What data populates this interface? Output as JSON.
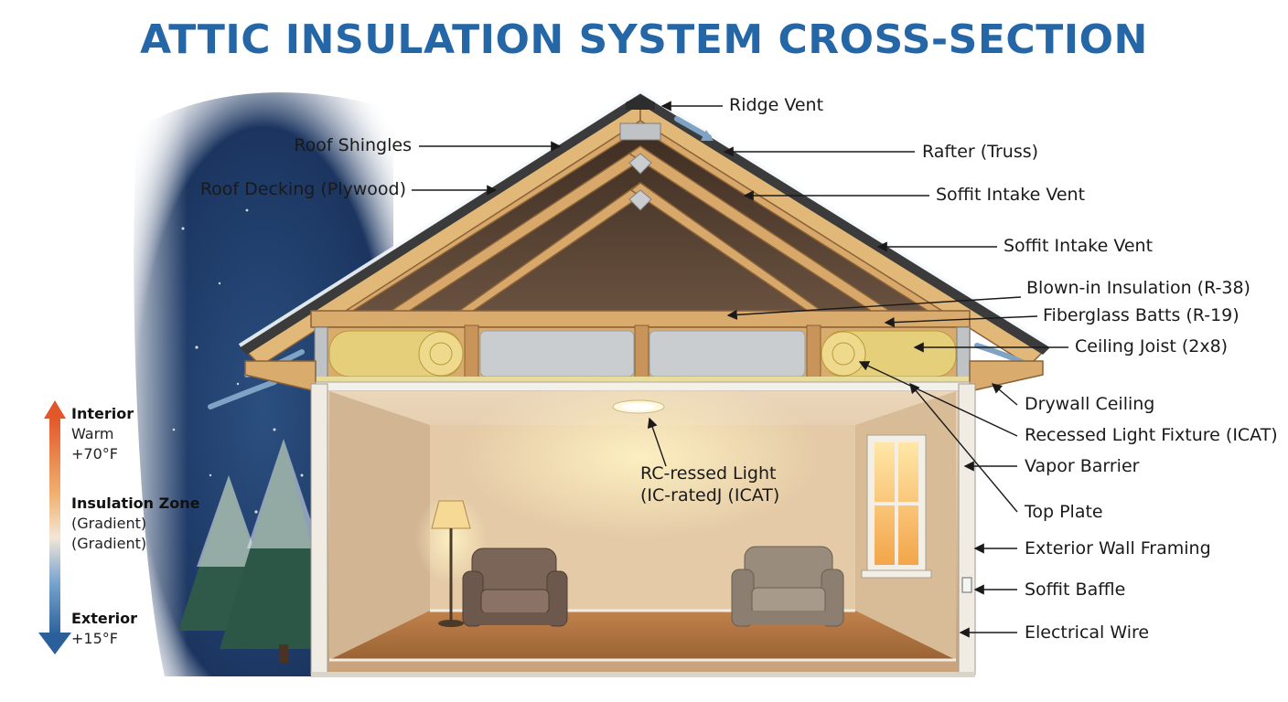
{
  "title": "ATTIC INSULATION SYSTEM CROSS-SECTION",
  "colors": {
    "title": "#2466a6",
    "night_sky": "#1d3a66",
    "wood": "#d8a86a",
    "insulation": "#e6cf7a",
    "blown_in": "#c9cdd0",
    "interior_wall": "#dcc2a0",
    "floor": "#b07442",
    "warm": "#e46a2c",
    "cold": "#2f6aa5"
  },
  "labels": {
    "ridge_vent": "Ridge Vent",
    "roof_shingles": "Roof Shingles",
    "rafter_truss": "Rafter (Truss)",
    "roof_decking": "Roof Decking (Plywood)",
    "soffit_intake_vent_1": "Soffit Intake Vent",
    "soffit_intake_vent_2": "Soffit Intake Vent",
    "blown_in_insulation": "Blown-in Insulation (R-38)",
    "fiberglass_batts": "Fiberglass Batts (R-19)",
    "ceiling_joist": "Ceiling Joist (2x8)",
    "drywall_ceiling": "Drywall Ceiling",
    "recessed_light_fixture": "Recessed Light Fixture (ICAT)",
    "vapor_barrier": "Vapor Barrier",
    "top_plate": "Top Plate",
    "exterior_wall_framing": "Exterior Wall Framing",
    "soffit_baffle": "Soffit Baffle",
    "electrical_wire": "Electrical Wire",
    "recessed_light_note_line1": "RC-ressed Light",
    "recessed_light_note_line2": "(IC-ratedJ (ICAT)"
  },
  "legend": {
    "interior_title": "Interior",
    "interior_state": "Warm",
    "interior_temp": "+70°F",
    "zone_title": "Insulation Zone",
    "zone_line1": "(Gradient)",
    "zone_line2": "(Gradient)",
    "exterior_title": "Exterior",
    "exterior_temp": "+15°F"
  },
  "icons": [
    "thermometer-arrow-icon",
    "airflow-arrow-icon",
    "floor-lamp-icon",
    "armchair-icon",
    "window-icon",
    "pine-tree-icon"
  ]
}
